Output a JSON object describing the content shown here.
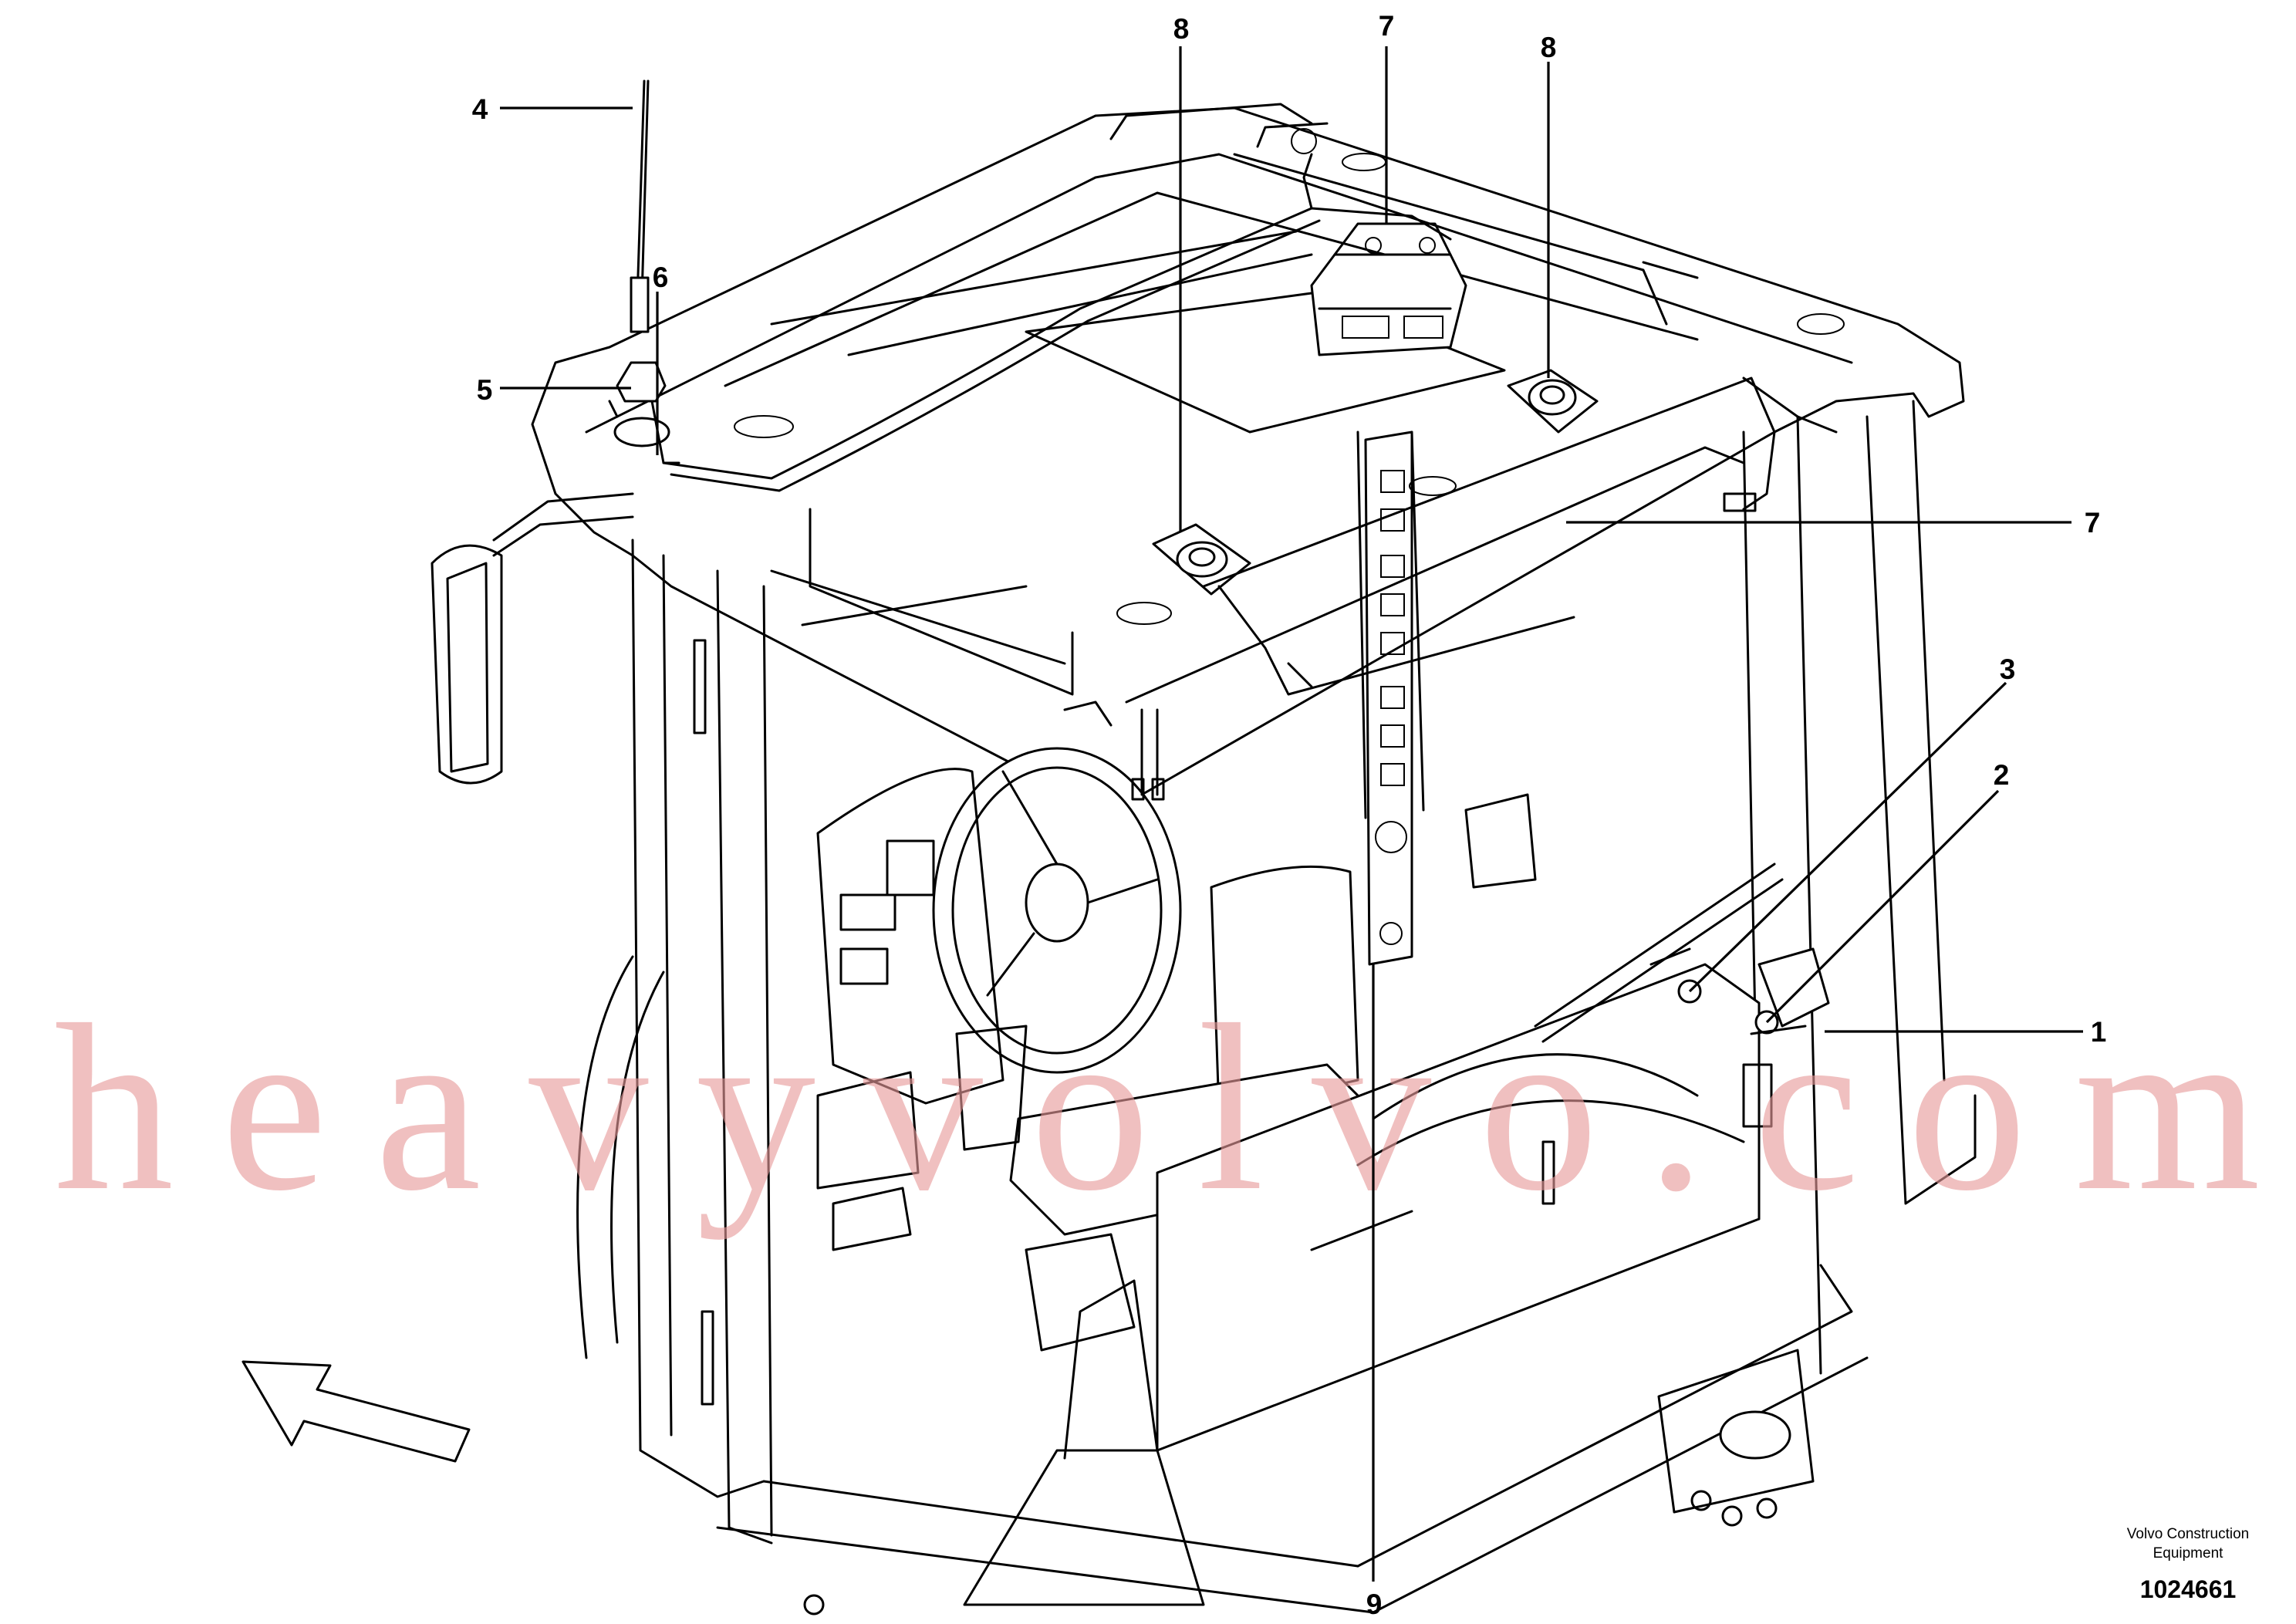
{
  "callouts": [
    {
      "id": "c4",
      "label": "4"
    },
    {
      "id": "c6",
      "label": "6"
    },
    {
      "id": "c5",
      "label": "5"
    },
    {
      "id": "c8a",
      "label": "8"
    },
    {
      "id": "c7a",
      "label": "7"
    },
    {
      "id": "c8b",
      "label": "8"
    },
    {
      "id": "c7b",
      "label": "7"
    },
    {
      "id": "c3",
      "label": "3"
    },
    {
      "id": "c2",
      "label": "2"
    },
    {
      "id": "c1",
      "label": "1"
    },
    {
      "id": "c9",
      "label": "9"
    }
  ],
  "watermark": {
    "text": "heavyvolvo.com",
    "color": "#e69a9a"
  },
  "footer": {
    "credit_line1": "Volvo Construction",
    "credit_line2": "Equipment",
    "part_number": "1024661"
  },
  "colors": {
    "line": "#000000",
    "background": "#ffffff"
  },
  "icons": {
    "direction_arrow": "hollow-arrow-icon"
  }
}
